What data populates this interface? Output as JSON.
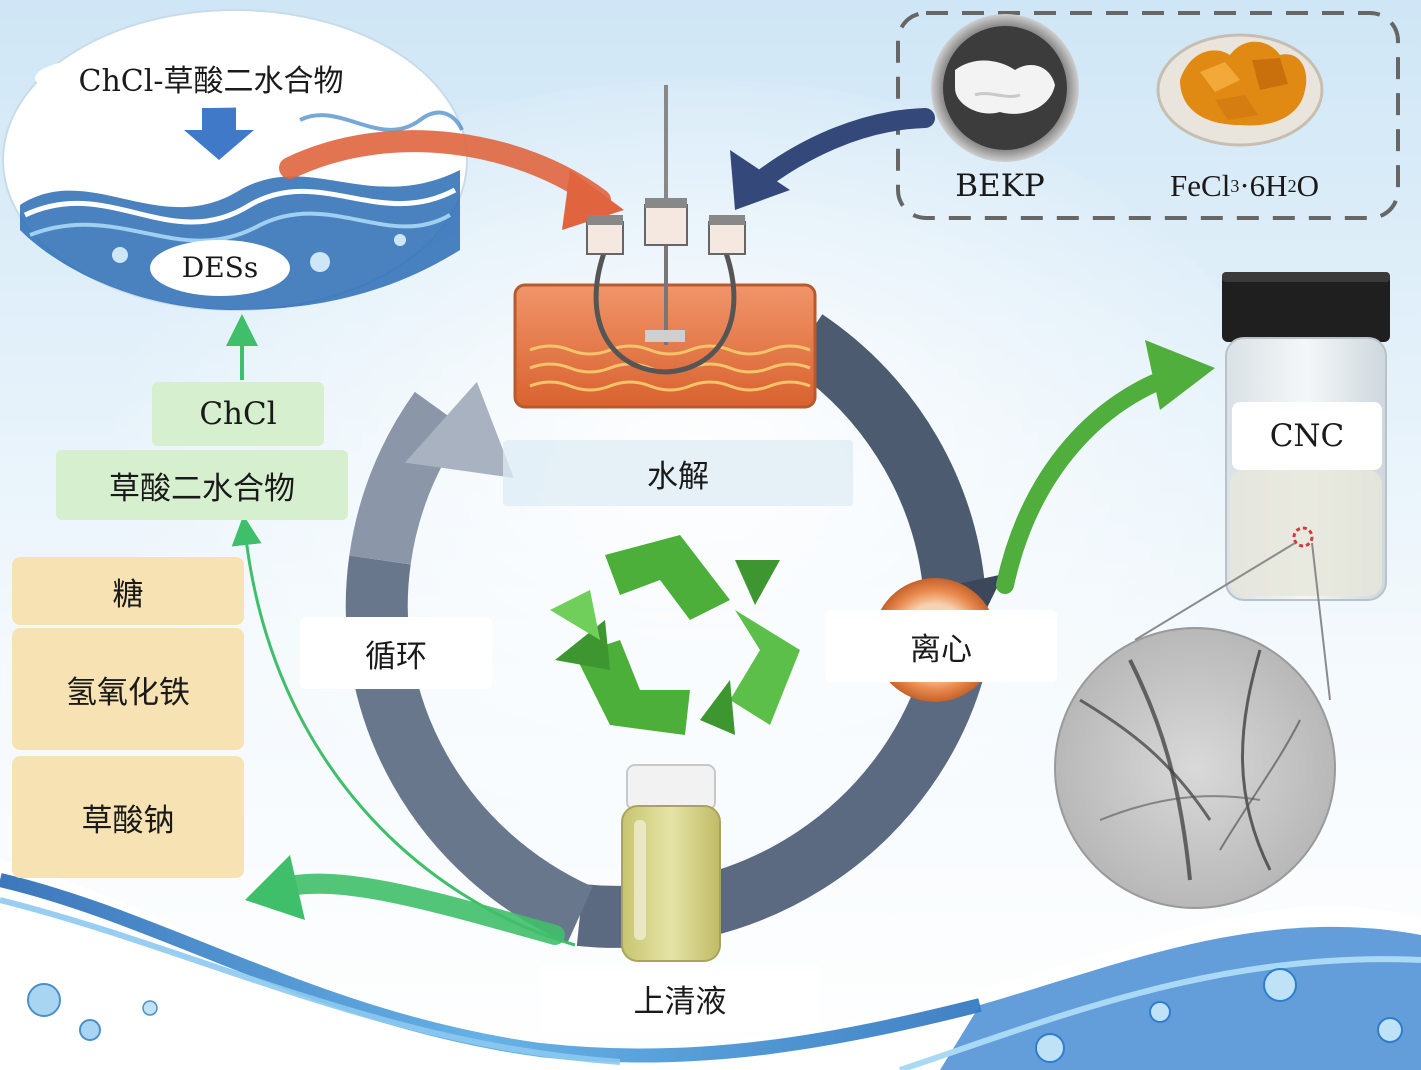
{
  "diagram": {
    "des_panel": {
      "top_label": "ChCl-草酸二水合物",
      "bottom_label": "DESs"
    },
    "reagents": {
      "pulp_label": "BEKP",
      "iron_label": "FeCl3·6H2O",
      "iron_parts": {
        "p1": "FeCl",
        "s1": "3",
        "p2": "·6H",
        "s2": "2",
        "p3": "O"
      }
    },
    "steps": {
      "hydrolysis": "水解",
      "centrifuge": "离心",
      "recycle": "循环",
      "supernatant": "上清液"
    },
    "product": {
      "label": "CNC"
    },
    "recovered": {
      "chcl": "ChCl",
      "oxalic": "草酸二水合物"
    },
    "byproducts": [
      "糖",
      "氢氧化铁",
      "草酸钠"
    ],
    "colors": {
      "cycle_arrow": "#4d5b70",
      "recycle_icon": "#4caf3a",
      "heating_bath": "#e8794a",
      "product_arrow": "#4fae3c",
      "reagent_arrow": "#34497a",
      "des_arrow": "#e0653f",
      "recovery_arrow": "#3fbf6a",
      "supernatant": "#d8d58a"
    }
  }
}
